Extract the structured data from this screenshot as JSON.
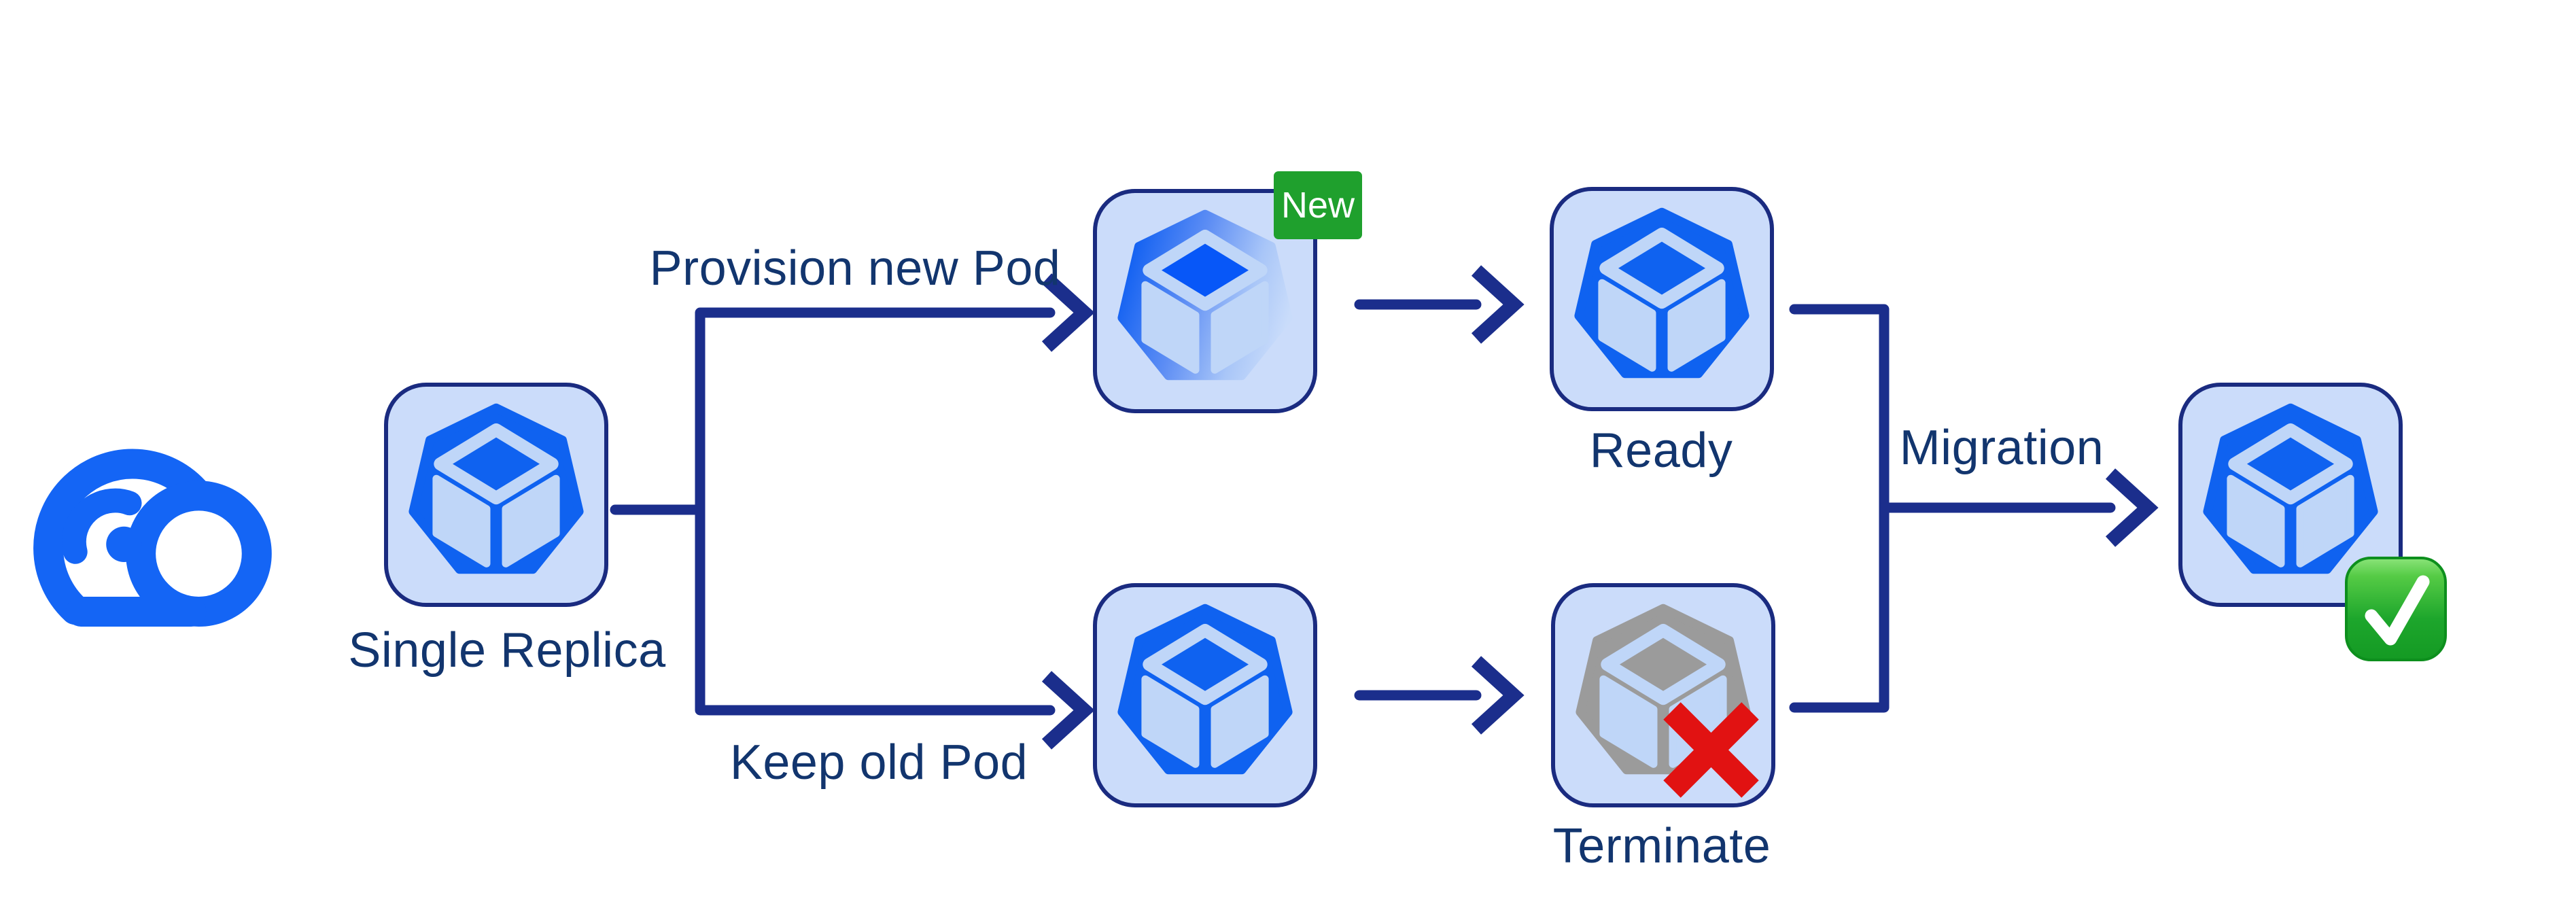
{
  "labels": {
    "single_replica": "Single Replica",
    "provision": "Provision new Pod",
    "keep": "Keep old Pod",
    "ready": "Ready",
    "terminate": "Terminate",
    "migration": "Migration"
  },
  "badges": {
    "new": "New"
  },
  "icons": {
    "cloud": "cloud-signal-icon",
    "pod": "kubernetes-pod-heptagon-icon",
    "new_pod": "fading-provisioning-pod-icon",
    "terminate": "red-x-icon",
    "success": "green-checkmark-icon"
  },
  "colors": {
    "line": "#1B2E8C",
    "text": "#12356E",
    "pod_bg": "#CBDCFA",
    "pod_border": "#1A2B80",
    "hepta_blue": "#0F62F0",
    "cube_light": "#BFD6F8",
    "diamond_new": "#0757F8",
    "hepta_gray": "#9B9B9B",
    "cloud_blue": "#1465F5",
    "badge_green": "#1FA02D",
    "x_red": "#E11212",
    "check_green": "#1DA62C"
  }
}
